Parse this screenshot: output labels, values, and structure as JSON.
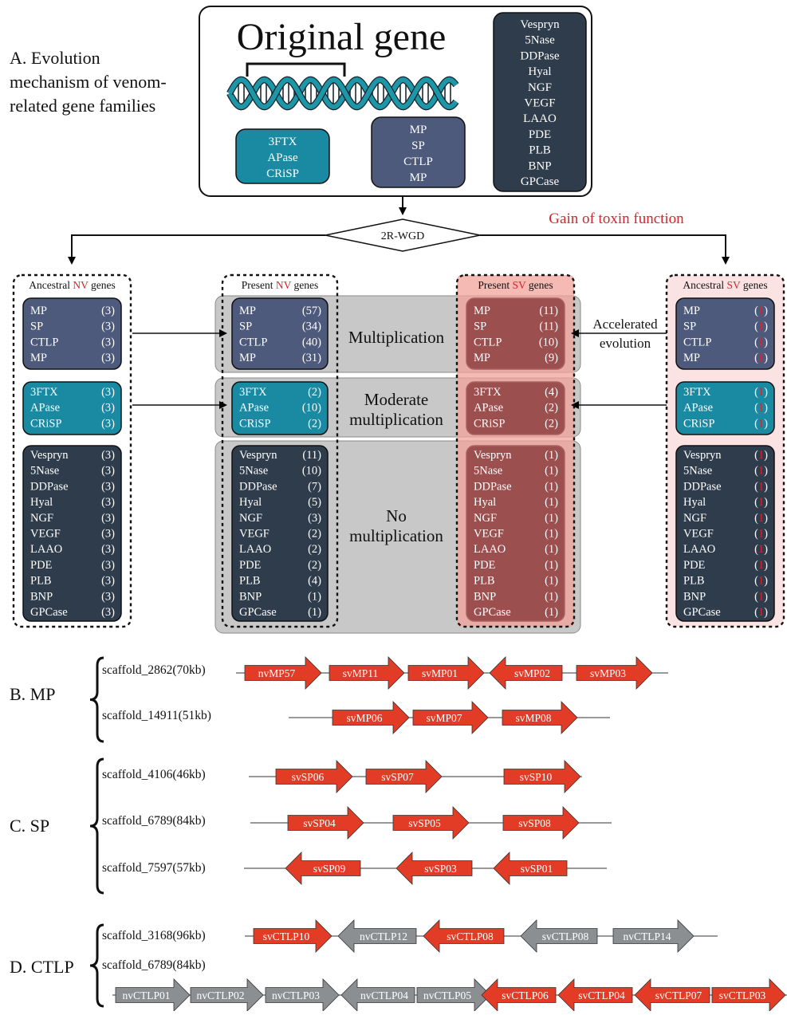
{
  "colors": {
    "teal": "#1a8aa3",
    "slate": "#4d5a7c",
    "navy": "#2e3c4c",
    "gray_region": "#c8c8c8",
    "sv_highlight": "#f2a39a",
    "sv_light_bg": "#fce3e3",
    "red_label": "#d9232d",
    "arrow_red": "#e23c26",
    "arrow_gray": "#8b8f92",
    "dna_teal": "#1d97a8"
  },
  "panel_a": {
    "label_lines": [
      "A. Evolution",
      "mechanism of venom-",
      "related gene families"
    ],
    "original_title": "Original gene",
    "box_teal": [
      "3FTX",
      "APase",
      "CRiSP"
    ],
    "box_slate": [
      "MP",
      "SP",
      "CTLP",
      "MP"
    ],
    "box_navy": [
      "Vespryn",
      "5Nase",
      "DDPase",
      "Hyal",
      "NGF",
      "VEGF",
      "LAAO",
      "PDE",
      "PLB",
      "BNP",
      "GPCase"
    ],
    "wgd_label": "2R-WGD",
    "gain_label": "Gain of toxin function",
    "columns": {
      "anc_nv": {
        "title": "Ancestral NV genes",
        "title_parts": [
          "Ancestral ",
          "NV",
          " genes"
        ]
      },
      "pres_nv": {
        "title_parts": [
          "Present ",
          "NV",
          " genes"
        ]
      },
      "pres_sv": {
        "title_parts": [
          "Present ",
          "SV",
          " genes"
        ]
      },
      "anc_sv": {
        "title_parts": [
          "Ancestral ",
          "SV",
          " genes"
        ]
      }
    },
    "region_labels": {
      "multiplication": "Multiplication",
      "moderate": [
        "Moderate",
        "multiplication"
      ],
      "none": [
        "No",
        "multiplication"
      ]
    },
    "accelerated": [
      "Accelerated",
      "evolution"
    ],
    "groups": [
      {
        "genes": [
          "MP",
          "SP",
          "CTLP",
          "MP"
        ],
        "anc_nv": [
          "(3)",
          "(3)",
          "(3)",
          "(3)"
        ],
        "pres_nv": [
          "(57)",
          "(34)",
          "(40)",
          "(31)"
        ],
        "pres_sv": [
          "(11)",
          "(11)",
          "(10)",
          "(9)"
        ],
        "anc_sv": [
          "(1)",
          "(1)",
          "(1)",
          "(1)"
        ]
      },
      {
        "genes": [
          "3FTX",
          "APase",
          "CRiSP"
        ],
        "anc_nv": [
          "(3)",
          "(3)",
          "(3)"
        ],
        "pres_nv": [
          "(2)",
          "(10)",
          "(2)"
        ],
        "pres_sv": [
          "(4)",
          "(2)",
          "(2)"
        ],
        "anc_sv": [
          "(1)",
          "(1)",
          "(1)"
        ]
      },
      {
        "genes": [
          "Vespryn",
          "5Nase",
          "DDPase",
          "Hyal",
          "NGF",
          "VEGF",
          "LAAO",
          "PDE",
          "PLB",
          "BNP",
          "GPCase"
        ],
        "anc_nv": [
          "(3)",
          "(3)",
          "(3)",
          "(3)",
          "(3)",
          "(3)",
          "(3)",
          "(3)",
          "(3)",
          "(3)",
          "(3)"
        ],
        "pres_nv": [
          "(11)",
          "(10)",
          "(7)",
          "(5)",
          "(3)",
          "(2)",
          "(2)",
          "(2)",
          "(4)",
          "(1)",
          "(1)"
        ],
        "pres_sv": [
          "(1)",
          "(1)",
          "(1)",
          "(1)",
          "(1)",
          "(1)",
          "(1)",
          "(1)",
          "(1)",
          "(1)",
          "(1)"
        ],
        "anc_sv": [
          "(1)",
          "(1)",
          "(1)",
          "(1)",
          "(1)",
          "(1)",
          "(1)",
          "(1)",
          "(1)",
          "(1)",
          "(1)"
        ]
      }
    ]
  },
  "scaffold_panels": [
    {
      "label": "B. MP",
      "tracks": [
        {
          "name": "scaffold_2862(70kb)",
          "genes": [
            {
              "label": "nvMP57",
              "dir": "right",
              "color": "red"
            },
            {
              "label": "svMP11",
              "dir": "right",
              "color": "red"
            },
            {
              "label": "svMP01",
              "dir": "right",
              "color": "red"
            },
            {
              "label": "svMP02",
              "dir": "left",
              "color": "red"
            },
            {
              "label": "svMP03",
              "dir": "right",
              "color": "red"
            }
          ]
        },
        {
          "name": "scaffold_14911(51kb)",
          "genes": [
            {
              "label": "svMP06",
              "dir": "right",
              "color": "red"
            },
            {
              "label": "svMP07",
              "dir": "right",
              "color": "red"
            },
            {
              "label": "svMP08",
              "dir": "right",
              "color": "red"
            }
          ]
        }
      ]
    },
    {
      "label": "C. SP",
      "tracks": [
        {
          "name": "scaffold_4106(46kb)",
          "genes": [
            {
              "label": "svSP06",
              "dir": "right",
              "color": "red"
            },
            {
              "label": "svSP07",
              "dir": "right",
              "color": "red"
            },
            {
              "label": "svSP10",
              "dir": "right",
              "color": "red"
            }
          ]
        },
        {
          "name": "scaffold_6789(84kb)",
          "genes": [
            {
              "label": "svSP04",
              "dir": "right",
              "color": "red"
            },
            {
              "label": "svSP05",
              "dir": "right",
              "color": "red"
            },
            {
              "label": "svSP08",
              "dir": "right",
              "color": "red"
            }
          ]
        },
        {
          "name": "scaffold_7597(57kb)",
          "genes": [
            {
              "label": "svSP09",
              "dir": "left",
              "color": "red"
            },
            {
              "label": "svSP03",
              "dir": "left",
              "color": "red"
            },
            {
              "label": "svSP01",
              "dir": "left",
              "color": "red"
            }
          ]
        }
      ]
    },
    {
      "label": "D. CTLP",
      "tracks": [
        {
          "name": "scaffold_3168(96kb)",
          "genes": [
            {
              "label": "svCTLP10",
              "dir": "right",
              "color": "red"
            },
            {
              "label": "nvCTLP12",
              "dir": "left",
              "color": "gray"
            },
            {
              "label": "svCTLP08",
              "dir": "left",
              "color": "red"
            },
            {
              "label": "svCTLP08",
              "dir": "left",
              "color": "gray"
            },
            {
              "label": "nvCTLP14",
              "dir": "right",
              "color": "gray"
            }
          ]
        },
        {
          "name": "scaffold_6789(84kb)",
          "genes": [
            {
              "label": "nvCTLP01",
              "dir": "right",
              "color": "gray"
            },
            {
              "label": "nvCTLP02",
              "dir": "right",
              "color": "gray"
            },
            {
              "label": "nvCTLP03",
              "dir": "right",
              "color": "gray"
            },
            {
              "label": "nvCTLP04",
              "dir": "left",
              "color": "gray"
            },
            {
              "label": "nvCTLP05",
              "dir": "right",
              "color": "gray"
            },
            {
              "label": "svCTLP06",
              "dir": "left",
              "color": "red"
            },
            {
              "label": "svCTLP04",
              "dir": "left",
              "color": "red"
            },
            {
              "label": "svCTLP07",
              "dir": "left",
              "color": "red"
            },
            {
              "label": "svCTLP03",
              "dir": "right",
              "color": "red"
            }
          ]
        }
      ]
    }
  ]
}
